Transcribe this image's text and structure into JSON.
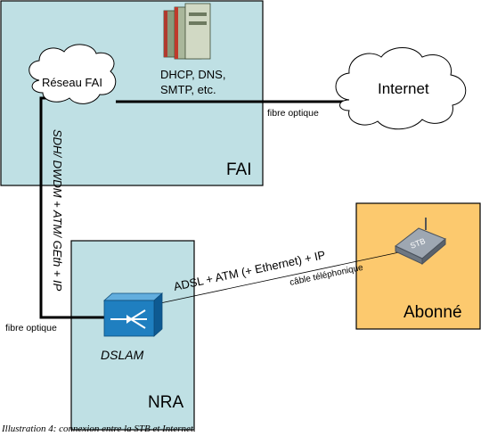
{
  "zones": {
    "fai": {
      "label": "FAI"
    },
    "nra": {
      "label": "NRA"
    },
    "abonne": {
      "label": "Abonné"
    }
  },
  "clouds": {
    "reseau_fai": {
      "label": "Réseau FAI"
    },
    "internet": {
      "label": "Internet"
    }
  },
  "server": {
    "label_line1": "DHCP, DNS,",
    "label_line2": "SMTP, etc.",
    "icon": "server-icon"
  },
  "devices": {
    "dslam": {
      "label": "DSLAM",
      "icon": "switch-icon"
    },
    "stb": {
      "label": "STB",
      "icon": "set-top-box-icon"
    }
  },
  "links": {
    "fai_internet": {
      "label": "fibre optique"
    },
    "fai_nra_vertical": {
      "label": "SDH/ DWDM + ATM/ GEth + IP"
    },
    "fai_nra_entry": {
      "label": "fibre optique"
    },
    "dslam_stb": {
      "protocol_label": "ADSL + ATM (+ Ethernet) + IP",
      "medium_label": "câble téléphonique"
    }
  },
  "caption": "Illustration 4: connexion entre la STB et Internet.",
  "colors": {
    "zone_blue": "#bfe0e4",
    "zone_orange": "#fcc96e",
    "dslam_blue": "#1f7fc0"
  }
}
